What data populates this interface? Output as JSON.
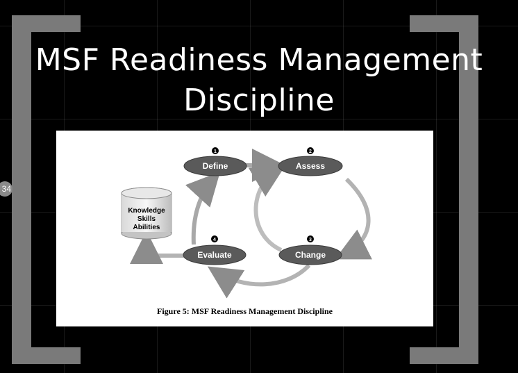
{
  "slide": {
    "title_line1": "MSF Readiness Management",
    "title_line2": "Discipline",
    "page_badge": "34"
  },
  "figure": {
    "caption": "Figure 5: MSF Readiness Management Discipline",
    "steps": [
      {
        "number": "1",
        "label": "Define"
      },
      {
        "number": "2",
        "label": "Assess"
      },
      {
        "number": "3",
        "label": "Change"
      },
      {
        "number": "4",
        "label": "Evaluate"
      }
    ],
    "knowledge_store": {
      "line1": "Knowledge",
      "line2": "Skills",
      "line3": "Abilities"
    }
  },
  "colors": {
    "background": "#000000",
    "bracket": "#7a7a7a",
    "node_fill": "#5a5a5a",
    "arrow": "#a8a8a8"
  }
}
